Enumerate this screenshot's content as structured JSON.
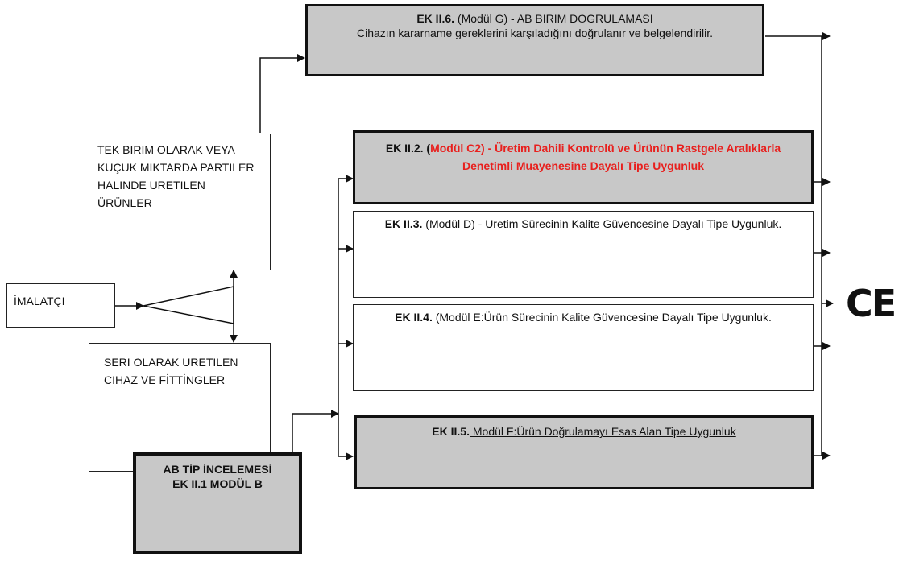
{
  "boxes": {
    "ek6": {
      "title": "EK II.6.",
      "modul": "(Modül G)",
      "rest": "- AB BIRIM  DOGRULAMASI",
      "desc": "Cihazın kararname gereklerini karşıladığını doğrulanır ve belgelendirilir."
    },
    "tek_birim": "TEK BIRIM OLARAK VEYA KUÇUK MIKTARDA PARTILER HALINDE URETILEN ÜRÜNLER",
    "imalatci": "İMALATÇI",
    "seri": "SERI OLARAK URETILEN CIHAZ VE FİTTİNGLER",
    "ab_tip": {
      "line1": "AB TİP İNCELEMESİ",
      "line2": "EK II.1 MODÜL  B"
    },
    "ek2": {
      "title": "EK II.2. (",
      "modul": "Modül C2)",
      "rest": " - Üretim Dahili Kontrolü ve Ürünün Rastgele Aralıklarla Denetimli Muayenesine Dayalı Tipe Uygunluk"
    },
    "ek3": {
      "title": "EK II.3.",
      "rest": " (Modül D) - Uretim Sürecinin Kalite Güvencesine Dayalı Tipe Uygunluk."
    },
    "ek4": {
      "title": "EK II.4.",
      "rest": " (Modül E:Ürün Sürecinin Kalite Güvencesine Dayalı Tipe Uygunluk."
    },
    "ek5": {
      "title": "EK II.5.",
      "rest": " Modül F:Ürün Doğrulamayı Esas Alan Tipe Uygunluk"
    }
  },
  "ce_mark": "CE"
}
